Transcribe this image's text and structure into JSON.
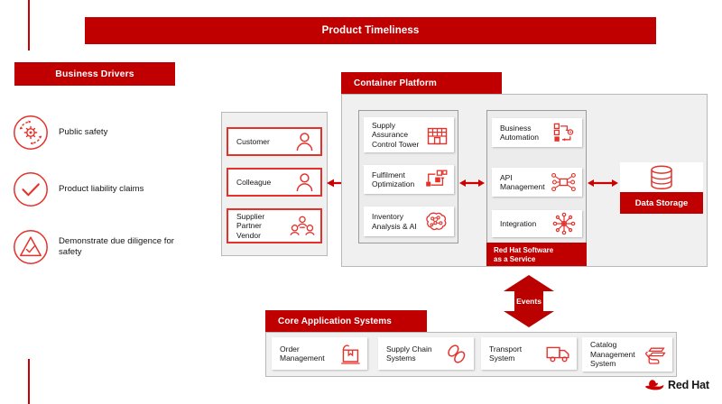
{
  "title_banner": {
    "label": "Product Timeliness"
  },
  "business_drivers": {
    "header": "Business Drivers",
    "items": [
      {
        "label": "Public safety",
        "icon": "gear-rotation-icon"
      },
      {
        "label": "Product liability claims",
        "icon": "check-circle-icon"
      },
      {
        "label": "Demonstrate due diligence for safety",
        "icon": "warning-triangle-check-icon"
      }
    ]
  },
  "users_panel": {
    "items": [
      {
        "label": "Customer",
        "icon": "user-icon"
      },
      {
        "label": "Colleague",
        "icon": "user-icon"
      },
      {
        "label": "Supplier Partner Vendor",
        "icon": "users-group-icon"
      }
    ]
  },
  "container_platform": {
    "header": "Container Platform",
    "left_group": {
      "items": [
        {
          "label": "Supply Assurance Control Tower",
          "icon": "factory-building-icon"
        },
        {
          "label": "Fulfilment Optimization",
          "icon": "workflow-process-icon"
        },
        {
          "label": "Inventory Analysis & AI",
          "icon": "brain-ai-icon"
        }
      ]
    },
    "right_group": {
      "items": [
        {
          "label": "Business Automation",
          "icon": "automation-flow-icon"
        },
        {
          "label": "API Management",
          "icon": "api-network-icon"
        },
        {
          "label": "Integration",
          "icon": "integration-hub-icon"
        }
      ],
      "footer": "Red Hat Software as a Service"
    }
  },
  "data_storage": {
    "label": "Data Storage",
    "icon": "database-cylinder-icon"
  },
  "events_arrow": {
    "label": "Events"
  },
  "core_application_systems": {
    "header": "Core Application Systems",
    "items": [
      {
        "label": "Order Management",
        "icon": "package-box-icon"
      },
      {
        "label": "Supply Chain Systems",
        "icon": "chain-link-icon"
      },
      {
        "label": "Transport System",
        "icon": "delivery-truck-icon"
      },
      {
        "label": "Catalog Management System",
        "icon": "catalog-hand-icon"
      }
    ]
  },
  "brand": {
    "name": "Red Hat",
    "logo": "red-hat-fedora-icon"
  },
  "colors": {
    "brand_red": "#c00000",
    "accent_red": "#e4322b",
    "panel_gray": "#f0f0f0",
    "subgroup_gray": "#ececec",
    "text": "#151515"
  }
}
